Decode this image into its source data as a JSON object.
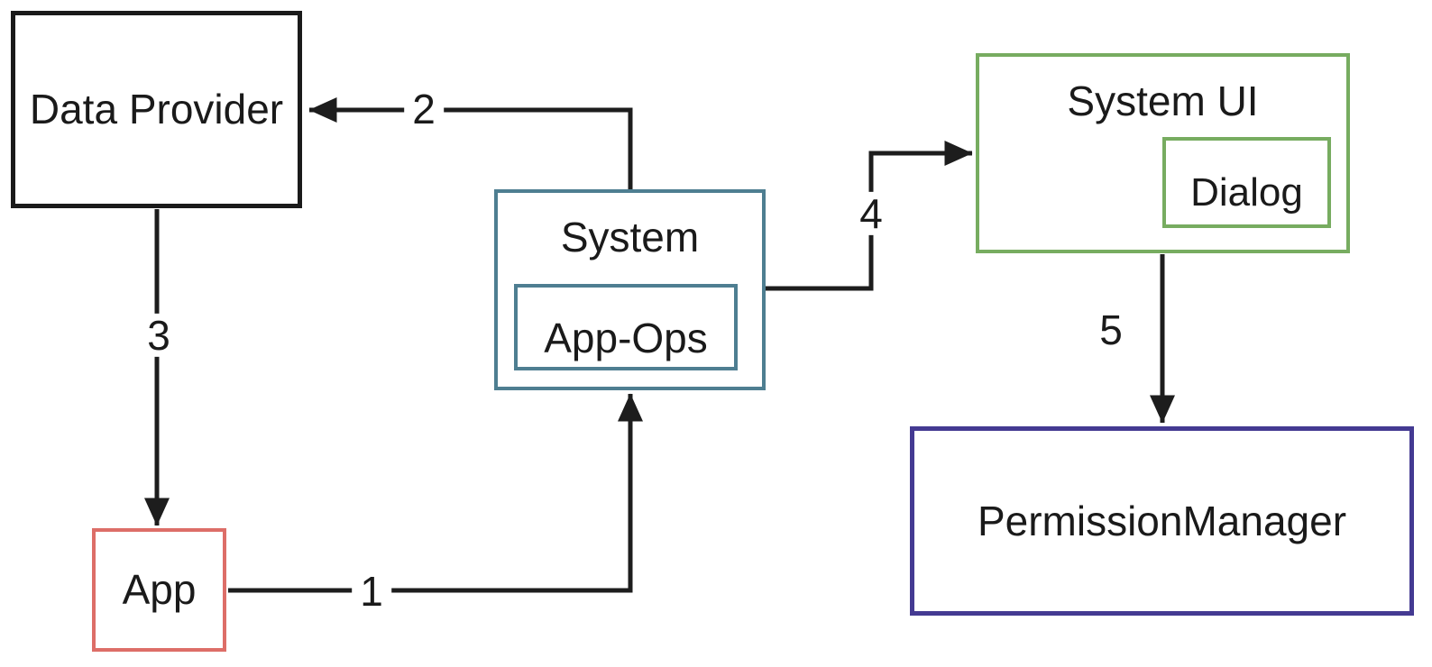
{
  "diagram": {
    "arrow_color": "#1d1d1d",
    "text_color": "#1a1a1a",
    "nodes": {
      "data_provider": {
        "label": "Data Provider",
        "border_color": "#1a1a1a"
      },
      "app": {
        "label": "App",
        "border_color": "#dd6e68"
      },
      "system": {
        "label": "System",
        "border_color": "#4e7e91"
      },
      "app_ops": {
        "label": "App-Ops",
        "border_color": "#4e7e91"
      },
      "system_ui": {
        "label": "System UI",
        "border_color": "#77ac60"
      },
      "dialog": {
        "label": "Dialog",
        "border_color": "#77ac60"
      },
      "permission_manager": {
        "label": "PermissionManager",
        "border_color": "#443a92"
      }
    },
    "edges": [
      {
        "label": "1",
        "from": "App",
        "to": "System"
      },
      {
        "label": "2",
        "from": "System",
        "to": "Data Provider"
      },
      {
        "label": "3",
        "from": "Data Provider",
        "to": "App"
      },
      {
        "label": "4",
        "from": "System",
        "to": "System UI"
      },
      {
        "label": "5",
        "from": "System UI",
        "to": "PermissionManager"
      }
    ]
  }
}
